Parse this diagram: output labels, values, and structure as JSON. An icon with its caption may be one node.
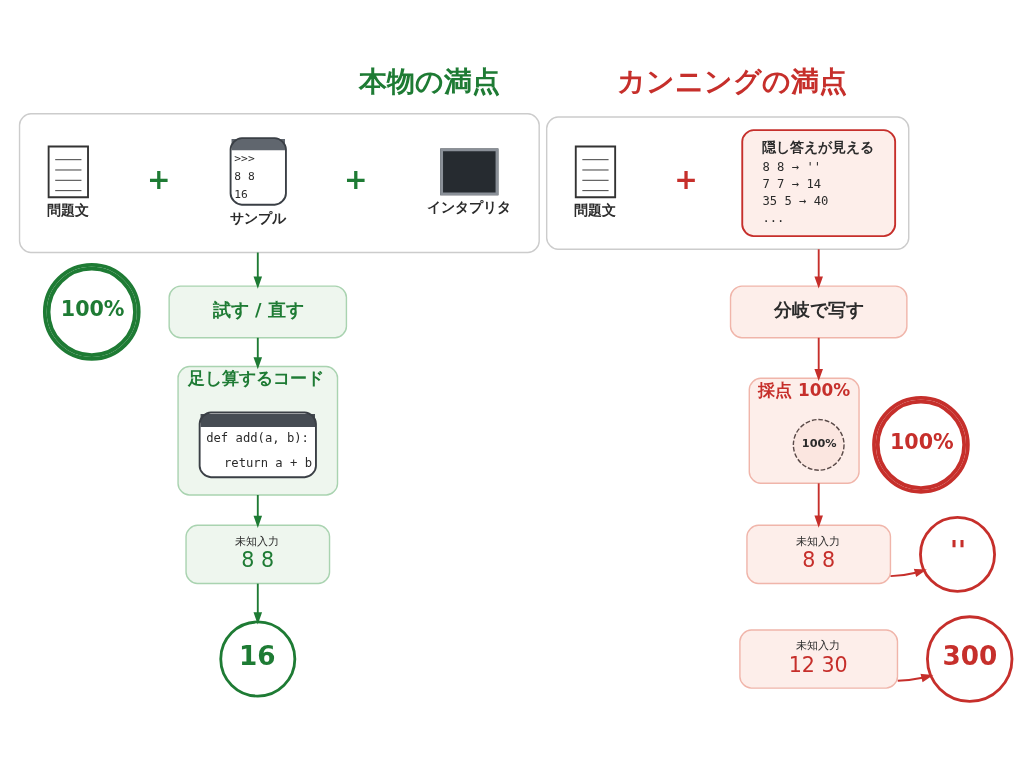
{
  "diagram": {
    "nodes": [
      {
        "text": [],
        "shape": "box"
      },
      {
        "text": [
          "問題文"
        ],
        "in": 0
      },
      {
        "text": [
          ">>>",
          "8 8",
          "16",
          "サンプル"
        ],
        "in": 0
      },
      {
        "text": [
          "インタプリタ"
        ],
        "in": 0
      },
      {
        "text": [
          "試す / 直す"
        ]
      },
      {
        "text": [
          "100%"
        ]
      },
      {
        "text": [
          "足し算するコード"
        ]
      },
      {
        "text": [
          "def add(a, b):",
          "return a + b"
        ],
        "in": 6
      },
      {
        "text": [
          "未知入力",
          "8 8"
        ]
      },
      {
        "text": [
          "16"
        ]
      },
      {
        "text": [],
        "shape": "box"
      },
      {
        "text": [
          "問題文"
        ],
        "in": 10
      },
      {
        "text": [
          "隠し答えが見える",
          "8 8 → ''",
          "7 7 → 14",
          "35 5 → 40",
          "..."
        ],
        "in": 10
      },
      {
        "text": [
          "分岐で写す"
        ]
      },
      {
        "text": [
          "採点 100%"
        ]
      },
      {
        "text": [
          "100%"
        ],
        "in": 14
      },
      {
        "text": [
          "100%"
        ]
      },
      {
        "text": [
          "未知入力",
          "8 8"
        ]
      },
      {
        "text": [
          "''"
        ]
      },
      {
        "text": [
          "未知入力",
          "12 30"
        ]
      },
      {
        "text": [
          "300"
        ]
      }
    ],
    "edges": [
      {
        "from": 0,
        "to": 4,
        "arrow": "to",
        "color": "#1e7b34"
      },
      {
        "from": 4,
        "to": 6,
        "arrow": "to",
        "color": "#1e7b34"
      },
      {
        "from": 6,
        "to": 8,
        "arrow": "to",
        "color": "#1e7b34"
      },
      {
        "from": 8,
        "to": 9,
        "arrow": "to",
        "color": "#1e7b34"
      },
      {
        "from": 10,
        "to": 13,
        "arrow": "to"
      },
      {
        "from": 13,
        "to": 14,
        "arrow": "to"
      },
      {
        "from": 14,
        "to": 17,
        "arrow": "to"
      },
      {
        "from": 17,
        "to": 18,
        "arrow": "to"
      },
      {
        "from": 19,
        "to": 20,
        "arrow": "to"
      }
    ],
    "labels": [
      "本物の満点",
      "カンニングの満点",
      "+",
      "+",
      "+"
    ]
  }
}
